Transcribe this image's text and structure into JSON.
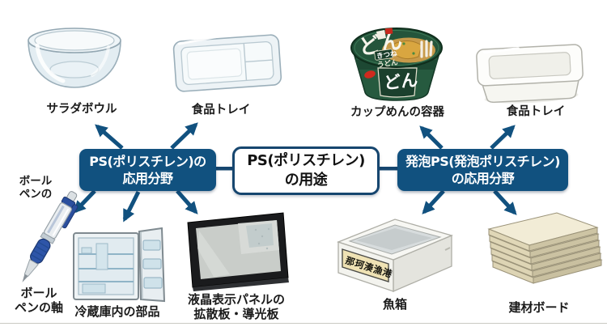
{
  "colors": {
    "node_blue": "#11517f",
    "node_border_blue": "#16466f",
    "arrow_blue": "#11517f",
    "label_text": "#1a1a1a",
    "cup_green": "#1f4e36",
    "fish_label_bg": "#efe2b4",
    "board_cream": "#f0ead2"
  },
  "nodes": {
    "left": {
      "line1": "PS(ポリスチレン)の",
      "line2": "応用分野"
    },
    "center": {
      "line1": "PS(ポリスチレン)",
      "line2": "の用途"
    },
    "right": {
      "line1": "発泡PS(発泡ポリスチレン)",
      "line2": "の応用分野"
    }
  },
  "items": {
    "salad_bowl": {
      "label": "サラダボウル"
    },
    "food_tray_clear": {
      "label": "食品トレイ"
    },
    "cup_noodle": {
      "label": "カップめんの容器",
      "lid_text": "どん",
      "flavor_line1": "きつね",
      "flavor_line2": "うどん",
      "front_text": "どん"
    },
    "food_tray_foam": {
      "label": "食品トレイ"
    },
    "ballpoint_pen": {
      "top_label_line1": "ボール",
      "top_label_line2": "ペンの",
      "label_line1": "ボール",
      "label_line2": "ペンの軸"
    },
    "refrigerator": {
      "label": "冷蔵庫内の部品"
    },
    "lcd_panel": {
      "label_line1": "液晶表示パネルの",
      "label_line2": "拡散板・導光板"
    },
    "fish_box": {
      "label": "魚箱",
      "box_text": "那珂湊漁港"
    },
    "building_board": {
      "label": "建材ボード"
    }
  }
}
